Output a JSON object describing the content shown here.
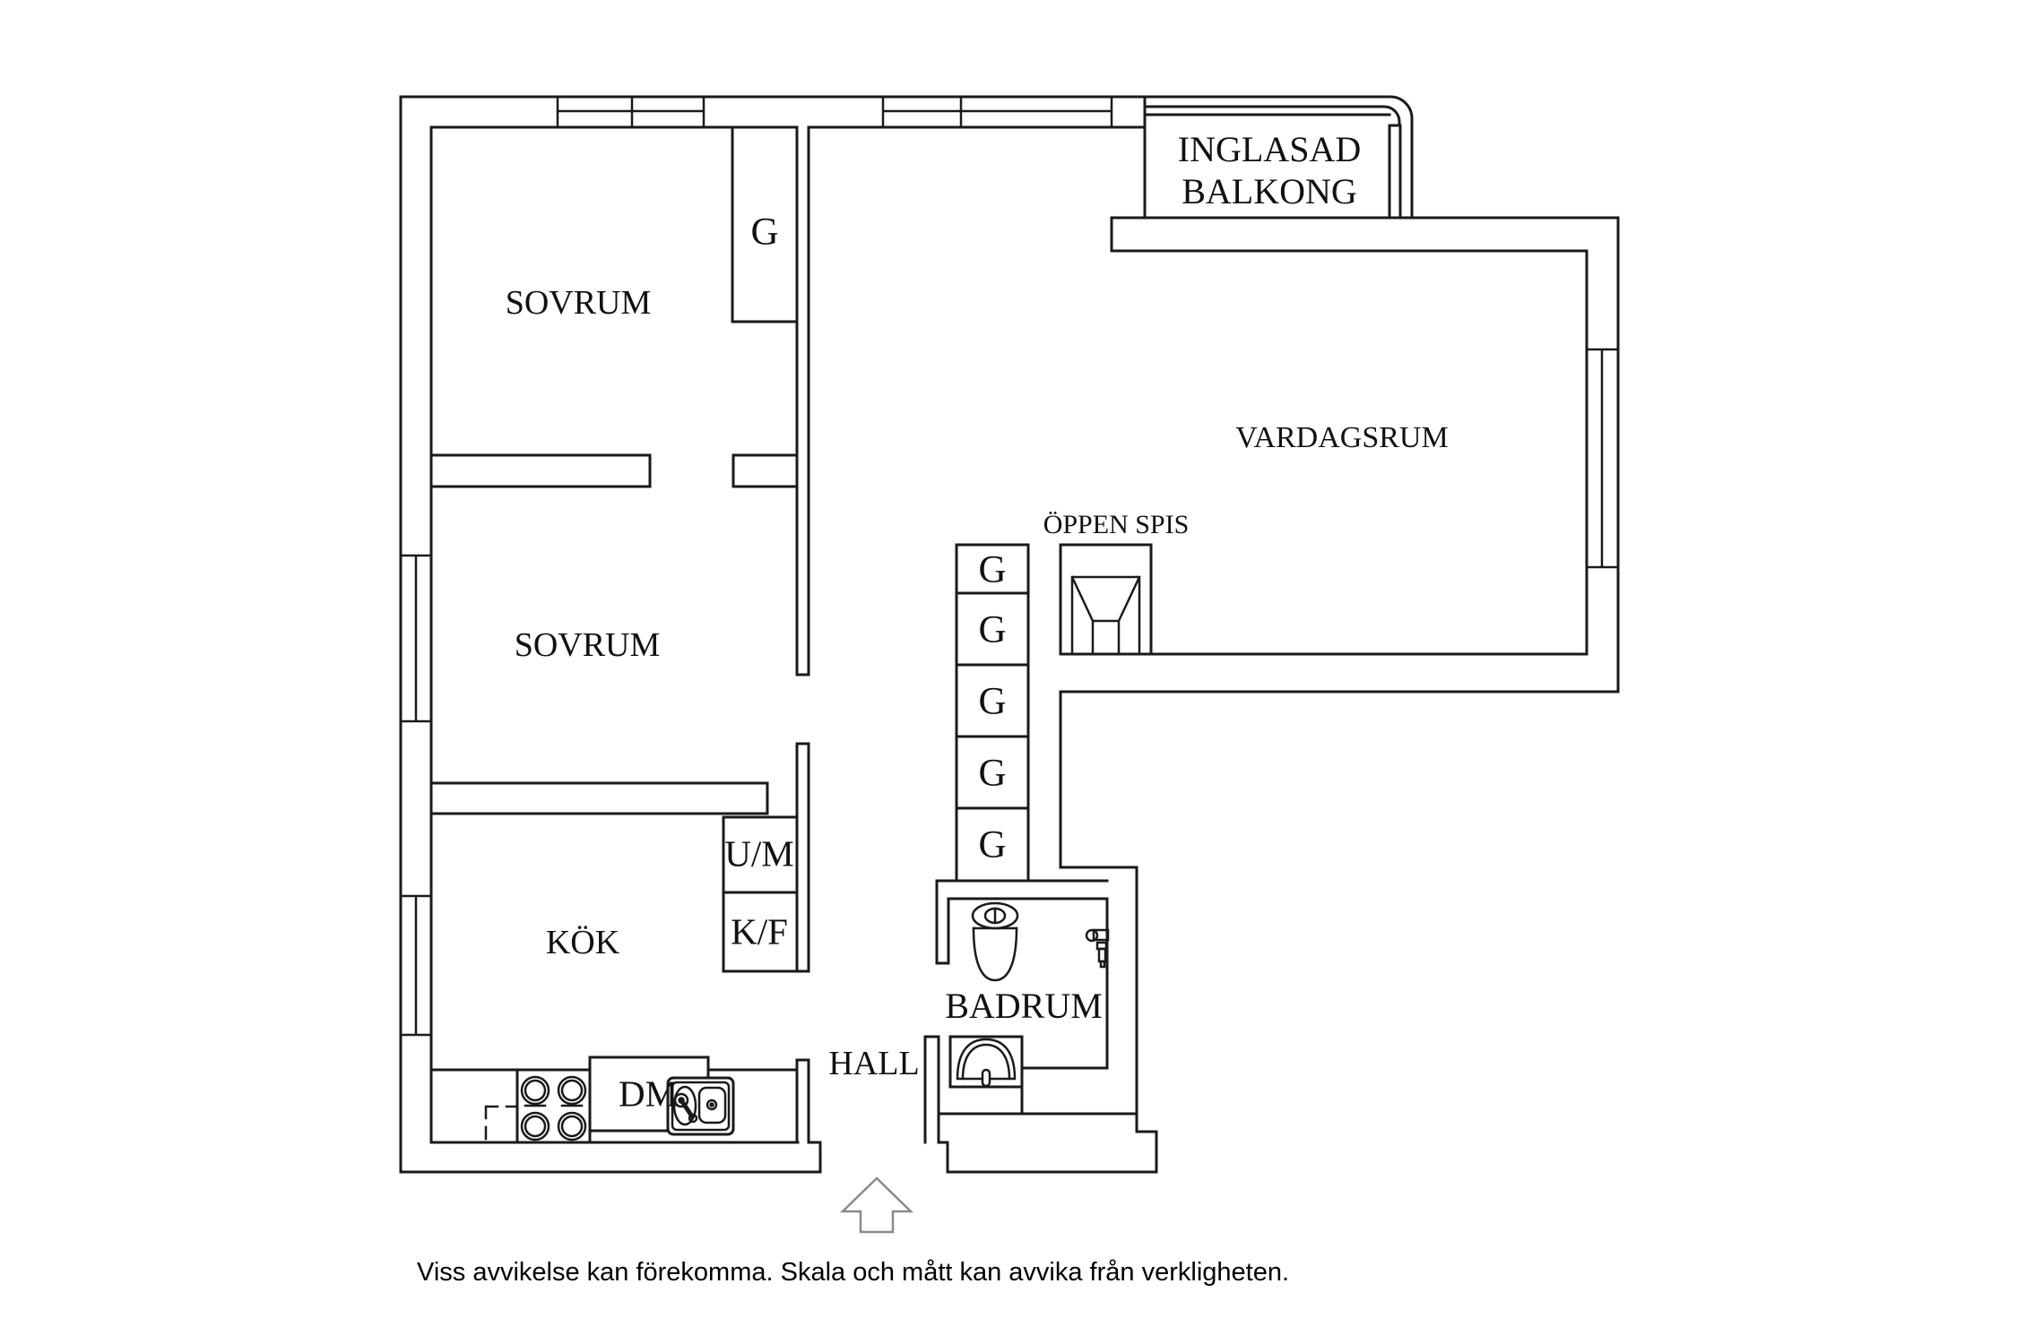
{
  "page": {
    "background": "#ffffff",
    "line_color": "#1a1a1a",
    "arrow_color": "#8a8a8a"
  },
  "floorplan": {
    "rooms": {
      "sovrum_top": "SOVRUM",
      "sovrum_mid": "SOVRUM",
      "kok": "KÖK",
      "hall": "HALL",
      "badrum": "BADRUM",
      "vardagsrum": "VARDAGSRUM",
      "balkong": "INGLASAD\nBALKONG",
      "balkong_line1": "INGLASAD",
      "balkong_line2": "BALKONG"
    },
    "features": {
      "oppen_spis": "ÖPPEN SPIS",
      "wardrobe_label": "G",
      "washer_dryer": "U/M",
      "fridge_freezer": "K/F",
      "dishwasher": "DM"
    }
  },
  "footer": {
    "disclaimer": "Viss avvikelse kan förekomma. Skala och mått kan avvika från verkligheten."
  }
}
